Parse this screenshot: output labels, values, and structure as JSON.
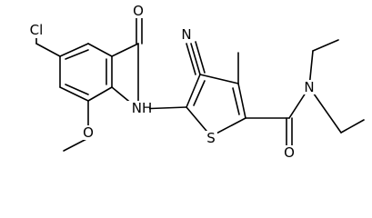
{
  "atom_labels": {
    "cl": "Cl",
    "o_amide": "O",
    "n_amine": "N",
    "o_methoxy": "O",
    "nh": "NH",
    "n_nitrile": "N",
    "s_ring": "S",
    "o_carbamoyl": "O",
    "n_diethyl": "N"
  },
  "colors": {
    "bond": "#000000",
    "background": "#ffffff"
  }
}
